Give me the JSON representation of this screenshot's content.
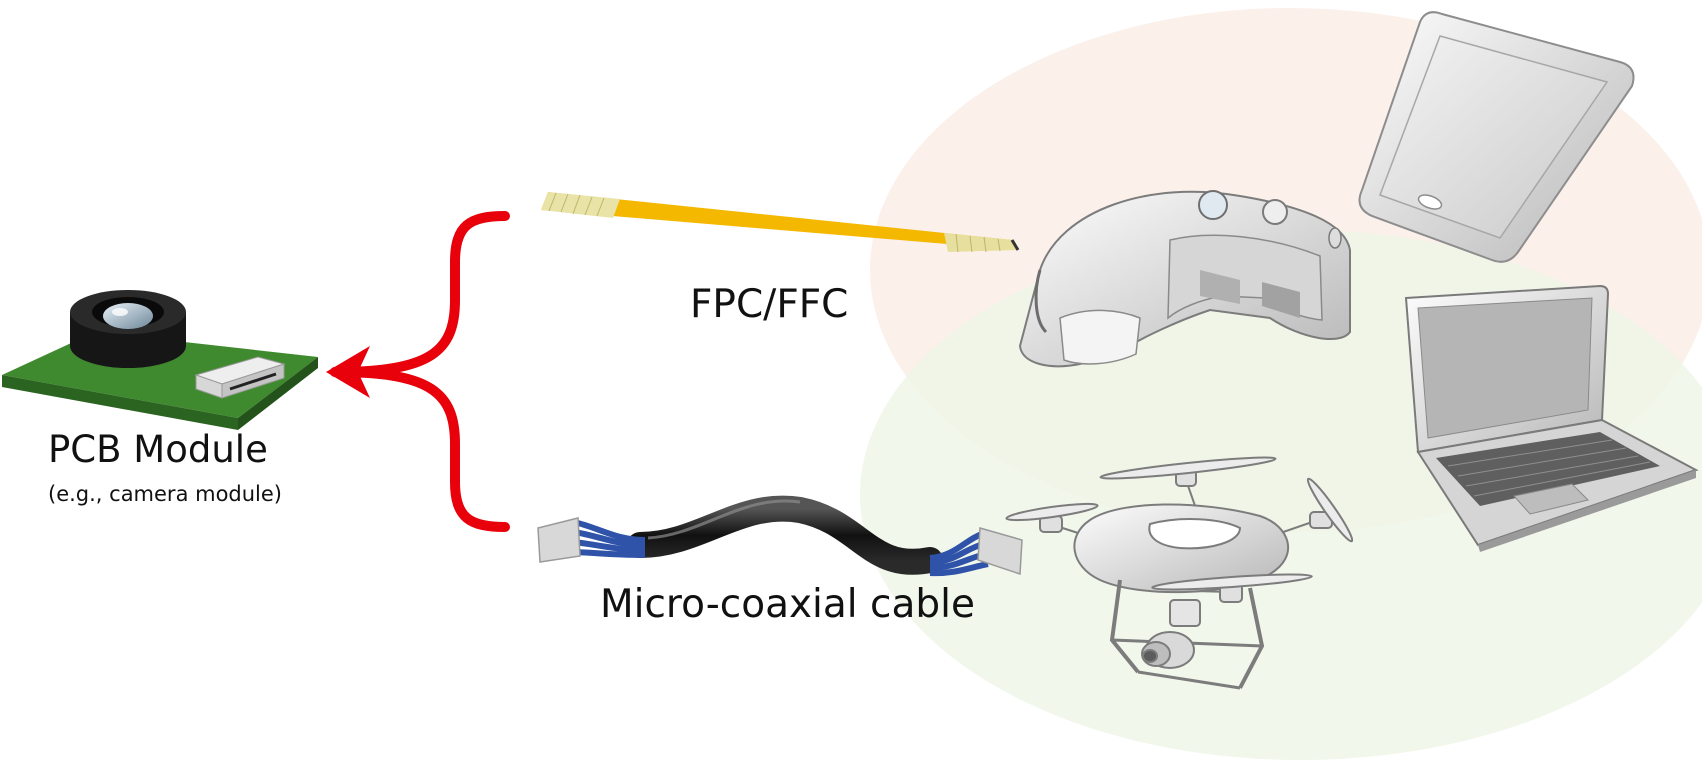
{
  "pcb_module": {
    "title": "PCB Module",
    "subtitle": "(e.g., camera module)"
  },
  "connectors": [
    {
      "name": "fpc",
      "label": "FPC/FFC",
      "color": "#f5b800"
    },
    {
      "name": "coax",
      "label": "Micro-coaxial cable",
      "color": "#2f53a8"
    }
  ],
  "devices": [
    "tablet-icon",
    "ar-headset-icon",
    "laptop-icon",
    "drone-icon"
  ],
  "colors": {
    "arrow": "#e8000b",
    "pcb_green": "#3f8a2e",
    "zone_upper": "#fbf0ea",
    "zone_lower": "#eef6e8"
  }
}
